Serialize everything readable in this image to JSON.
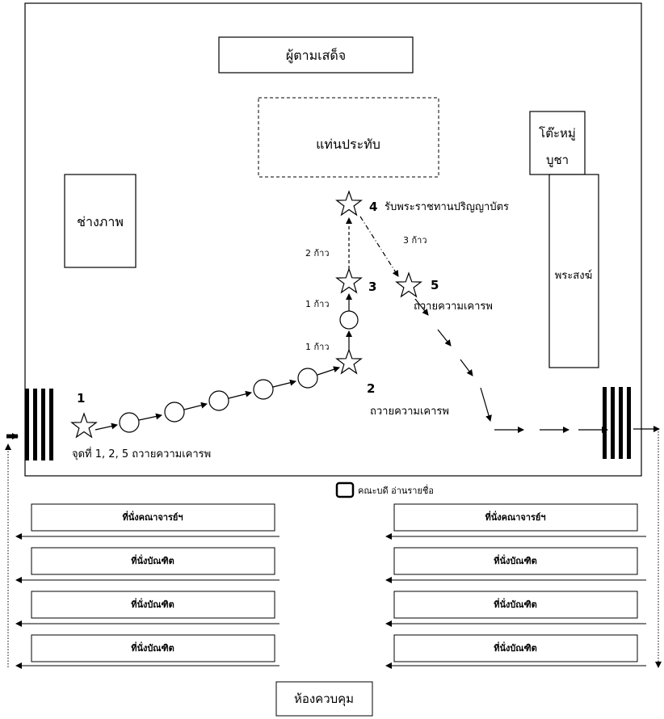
{
  "stage": {
    "followers_label": "ผู้ตามเสด็จ",
    "throne_label": "แท่นประทับ",
    "altar_label_line1": "โต๊ะหมู่",
    "altar_label_line2": "บูชา",
    "monks_label": "พระสงฆ์",
    "photographer_label": "ช่างภาพ"
  },
  "steps": {
    "point1_number": "1",
    "point1_caption": "จุดที่ 1, 2, 5 ถวายความเคารพ",
    "point2_number": "2",
    "point2_caption": "ถวายความเคารพ",
    "point3_number": "3",
    "point4_number": "4",
    "point4_caption": "รับพระราชทานปริญญาบัตร",
    "point5_number": "5",
    "point5_caption": "ถวายความเคารพ",
    "step_1_a": "1 ก้าว",
    "step_1_b": "1 ก้าว",
    "step_2": "2 ก้าว",
    "step_3": "3 ก้าว"
  },
  "legend": {
    "dean_label": "คณะบดี อ่านรายชื่อ"
  },
  "seating": {
    "left": [
      "ที่นั่งคณาจารย์ฯ",
      "ที่นั่งบัณฑิต",
      "ที่นั่งบัณฑิต",
      "ที่นั่งบัณฑิต"
    ],
    "right": [
      "ที่นั่งคณาจารย์ฯ",
      "ที่นั่งบัณฑิต",
      "ที่นั่งบัณฑิต",
      "ที่นั่งบัณฑิต"
    ]
  },
  "control_room_label": "ห้องควบคุม"
}
